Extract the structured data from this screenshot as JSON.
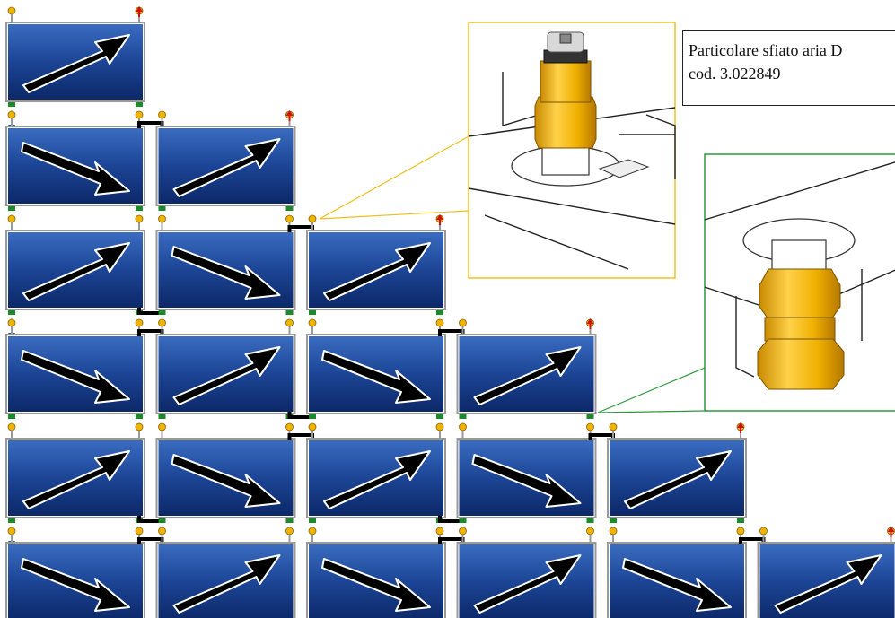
{
  "caption": {
    "line1": "Particolare sfiato aria D",
    "line2": "cod. 3.022849"
  },
  "colors": {
    "panel_top": "#2f5fb0",
    "panel_bottom": "#0d2a6e",
    "frame": "#9a9a9a",
    "vent": "#f0b400",
    "drain": "#1a8a2a",
    "flow_in": "#1a4fa0",
    "flow_out": "#d01010",
    "callout_yellow": "#f0c020",
    "callout_green": "#2a9a3a",
    "brass": "#f2b400"
  },
  "panel_arrangement": {
    "rows": [
      1,
      2,
      3,
      4,
      5,
      6
    ],
    "arrow_pattern": [
      [
        "up"
      ],
      [
        "down",
        "up"
      ],
      [
        "up",
        "down",
        "up"
      ],
      [
        "down",
        "up",
        "down",
        "up"
      ],
      [
        "up",
        "down",
        "up",
        "down",
        "up"
      ],
      [
        "down",
        "up",
        "down",
        "up",
        "down",
        "up"
      ]
    ]
  },
  "icons": {
    "panel_arrow": "arrow-icon",
    "air_vent": "air-vent-icon",
    "drain_valve": "drain-icon",
    "flow_in": "inlet-arrow-icon",
    "flow_out": "outlet-arrow-icon"
  }
}
